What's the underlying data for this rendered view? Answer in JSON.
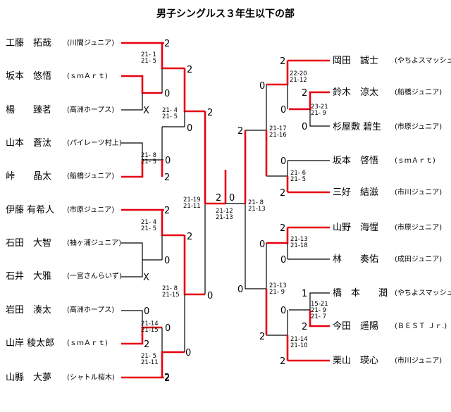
{
  "title": "男子シングルス３年生以下の部",
  "colors": {
    "win": "#e60012",
    "lose": "#000000"
  },
  "players": {
    "left": [
      {
        "name": "工藤　拓哉",
        "club": "(川間ジュニア)"
      },
      {
        "name": "坂本　悠悟",
        "club": "(ｓｍＡｒｔ)"
      },
      {
        "name": "楊　　臻茗",
        "club": "(高洲ホープス)"
      },
      {
        "name": "山本　蒼汰",
        "club": "(パイレーツ村上)"
      },
      {
        "name": "峠　　晶太",
        "club": "(船橋ジュニア)"
      },
      {
        "name": "伊藤 有希人",
        "club": "(市原ジュニア)"
      },
      {
        "name": "石田　大智",
        "club": "(袖ヶ浦ジュニア)"
      },
      {
        "name": "石井　大雅",
        "club": "(一宮さんらいず)"
      },
      {
        "name": "岩田　湊太",
        "club": "(高洲ホープス)"
      },
      {
        "name": "山岸 稜太郎",
        "club": "(ｓｍＡｒｔ)"
      },
      {
        "name": "山縣　大夢",
        "club": "(シャトル桜木)"
      }
    ],
    "right": [
      {
        "name": "岡田　誠士",
        "club": "(やちよスマッシュ)"
      },
      {
        "name": "鈴木　涼太",
        "club": "(船橋ジュニア)"
      },
      {
        "name": "杉屋敷 碧生",
        "club": "(市原ジュニア)"
      },
      {
        "name": "坂本　啓悟",
        "club": "(ｓｍＡｒｔ)"
      },
      {
        "name": "三好　結滋",
        "club": "(市川ジュニア)"
      },
      {
        "name": "山野　海惺",
        "club": "(市原ジュニア)"
      },
      {
        "name": "林　　奏佑",
        "club": "(成田ジュニア)"
      },
      {
        "name": "橋　本　　潤",
        "club": "(やちよスマッシュ)"
      },
      {
        "name": "今田　遥陽",
        "club": "(ＢＥＳＴ Ｊｒ.)"
      },
      {
        "name": "栗山　瑛心",
        "club": "(市川ジュニア)"
      }
    ]
  },
  "scores": {
    "l1": [
      "2",
      "0",
      "X",
      "0",
      "2",
      "2",
      "0",
      "X",
      "0",
      "2",
      "2"
    ],
    "l2": [
      "2",
      "0",
      "2",
      "0",
      "0",
      "2"
    ],
    "l3": [
      "2",
      "0"
    ],
    "final": [
      "2",
      "0"
    ],
    "r1": [
      "2",
      "2",
      "0",
      "0",
      "2",
      "2",
      "0",
      "1",
      "0",
      "2",
      "2"
    ],
    "r2": [
      "0",
      "0",
      "2",
      "0"
    ],
    "r3": [
      "2",
      "0"
    ]
  },
  "matches": {
    "l_a": "21- 1\n21- 5",
    "l_b": "21- 4\n21- 5",
    "l_c": "21- 8\n21- 5",
    "l_d": "21- 4\n21- 5",
    "l_e": "21-14\n21-15",
    "l_f": "21- 5\n21-11",
    "l_g": "21-19\n21-11",
    "l_h": "21- 8\n21-15",
    "final": "21-12\n21-13",
    "r_a": "22-20\n21-12",
    "r_b": "23-21\n21- 9",
    "r_c": "21-17\n21-16",
    "r_d": "21- 6\n21- 5",
    "r_e": "21- 8\n21-13",
    "r_f": "21-13\n21-18",
    "r_g": "21-13\n21- 9",
    "r_h": "15-21\n21- 9\n21- 7",
    "r_i": "21-14\n21-10"
  }
}
